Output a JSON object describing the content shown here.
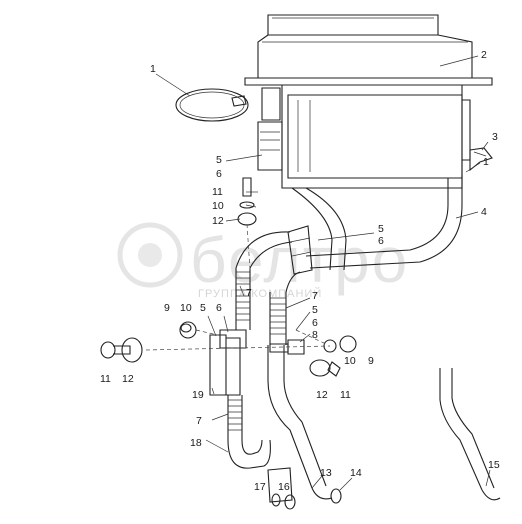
{
  "watermark": {
    "brand": "белтро",
    "subtitle": "ГРУППА КОМПАНИЙ"
  },
  "callouts": {
    "c1a": "1",
    "c2": "2",
    "c3": "3",
    "c1b": "1",
    "c4": "4",
    "c5a": "5",
    "c6a": "6",
    "c11a": "11",
    "c10a": "10",
    "c12a": "12",
    "c5b": "5",
    "c6b": "6",
    "c7a": "7",
    "c7b": "7",
    "c5c": "5",
    "c6c": "6",
    "c8": "8",
    "c9a": "9",
    "c10b": "10",
    "c5d": "5",
    "c6d": "6",
    "c11b": "11",
    "c12b": "12",
    "c19": "19",
    "c10c": "10",
    "c9b": "9",
    "c12c": "12",
    "c11c": "11",
    "c7c": "7",
    "c18": "18",
    "c13": "13",
    "c14": "14",
    "c15": "15",
    "c17": "17",
    "c16": "16"
  },
  "colors": {
    "line": "#222222",
    "watermark": "#cfcfcf"
  }
}
